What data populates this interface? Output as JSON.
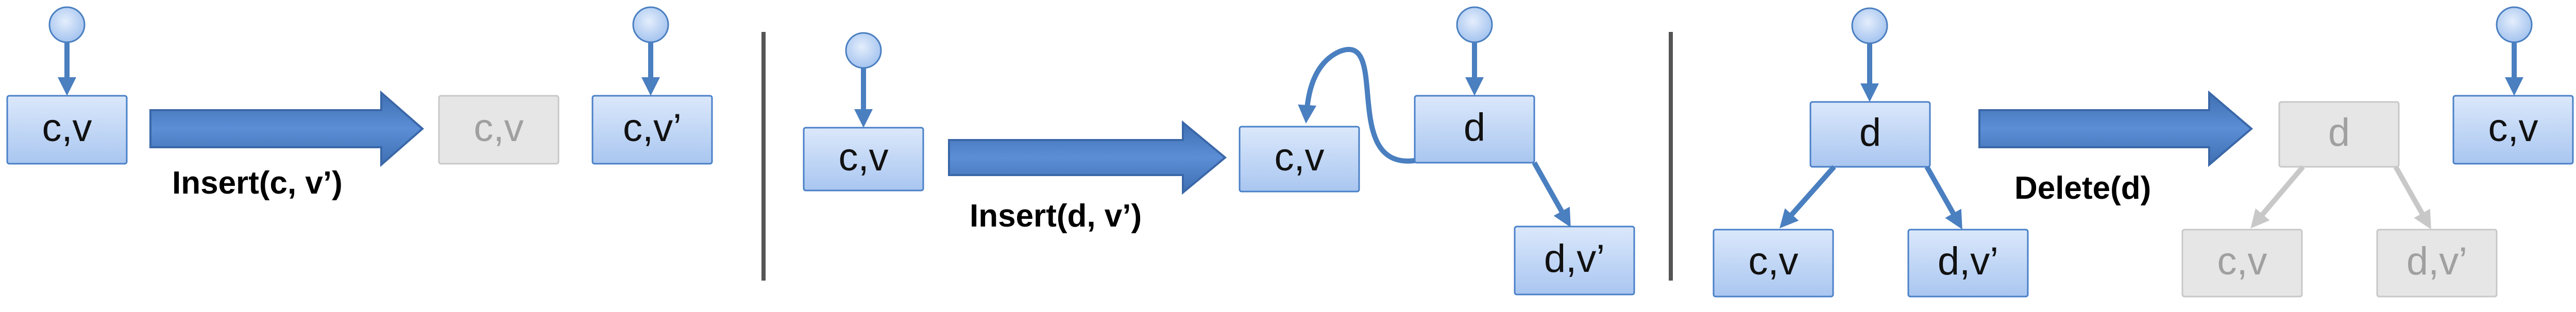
{
  "colors": {
    "accent": "#4a7fc0",
    "box_fill_top": "#dbe8fb",
    "box_fill_bottom": "#a9c6f0",
    "inactive_fill": "#e6e6e6",
    "inactive_text": "#a0a0a0",
    "divider": "#555555"
  },
  "panel1": {
    "node_before": "c,v",
    "operation": "Insert(c, v’)",
    "node_old": "c,v",
    "node_new": "c,v’"
  },
  "panel2": {
    "node_before": "c,v",
    "operation": "Insert(d, v’)",
    "node_cv": "c,v",
    "node_d": "d",
    "node_dv": "d,v’"
  },
  "panel3": {
    "node_d": "d",
    "node_cv": "c,v",
    "node_dv": "d,v’",
    "operation": "Delete(d)",
    "node_d_deleted": "d",
    "node_cv_deleted": "c,v",
    "node_dv_deleted": "d,v’",
    "node_result": "c,v"
  }
}
